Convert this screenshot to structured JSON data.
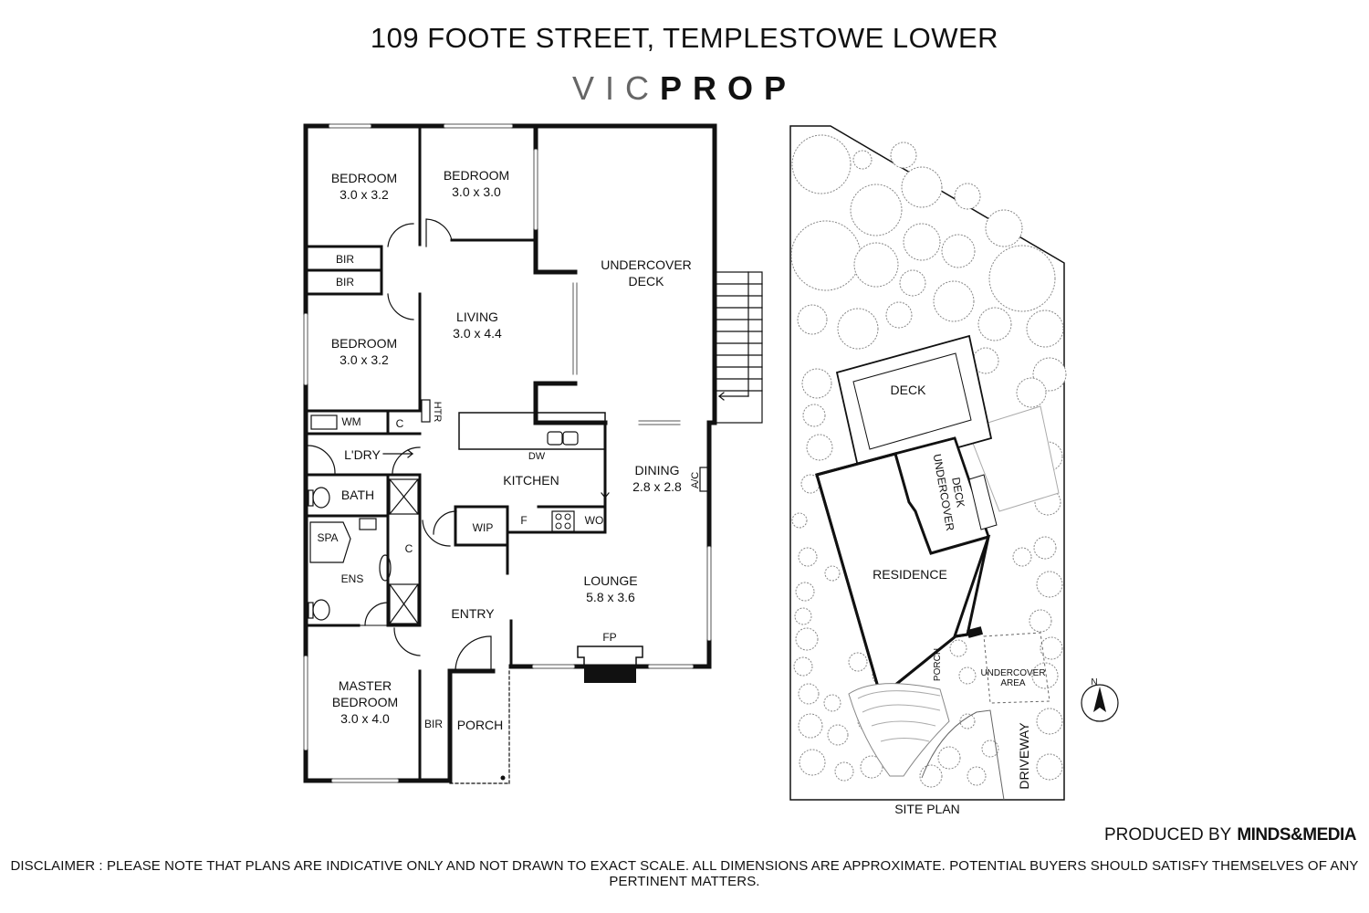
{
  "header": {
    "title": "109 FOOTE STREET, TEMPLESTOWE LOWER",
    "brand_light": "VIC",
    "brand_bold": "PROP"
  },
  "floorplan": {
    "bed1": {
      "name": "BEDROOM",
      "size": "3.0 x 3.2"
    },
    "bed2": {
      "name": "BEDROOM",
      "size": "3.0 x 3.0"
    },
    "bed3": {
      "name": "BEDROOM",
      "size": "3.0 x 3.2"
    },
    "deck": {
      "line1": "UNDERCOVER",
      "line2": "DECK"
    },
    "living": {
      "name": "LIVING",
      "size": "3.0 x 4.4"
    },
    "bir": "BIR",
    "wm": "WM",
    "c": "C",
    "htr": "HTR",
    "laundry": "L'DRY",
    "dw": "DW",
    "kitchen": "KITCHEN",
    "dining": {
      "name": "DINING",
      "size": "2.8 x 2.8"
    },
    "ac": "A/C",
    "bath": "BATH",
    "spa": "SPA",
    "ens": "ENS",
    "wip": "WIP",
    "f": "F",
    "wo": "WO",
    "lounge": {
      "name": "LOUNGE",
      "size": "5.8 x 3.6"
    },
    "entry": "ENTRY",
    "fp": "FP",
    "master": {
      "line1": "MASTER",
      "line2": "BEDROOM",
      "size": "3.0 x 4.0"
    },
    "porch": "PORCH"
  },
  "siteplan": {
    "deck": "DECK",
    "undercover_deck_1": "UNDERCOVER",
    "undercover_deck_2": "DECK",
    "residence": "RESIDENCE",
    "porch": "PORCH",
    "undercover_area_1": "UNDERCOVER",
    "undercover_area_2": "AREA",
    "driveway": "DRIVEWAY",
    "north": "N",
    "label": "SITE PLAN"
  },
  "footer": {
    "produced_by": "PRODUCED BY",
    "company": "MINDS&MEDIA",
    "disclaimer": "DISCLAIMER : PLEASE NOTE THAT PLANS ARE INDICATIVE ONLY AND NOT DRAWN TO EXACT SCALE. ALL DIMENSIONS ARE APPROXIMATE. POTENTIAL BUYERS SHOULD SATISFY THEMSELVES OF ANY PERTINENT MATTERS."
  }
}
